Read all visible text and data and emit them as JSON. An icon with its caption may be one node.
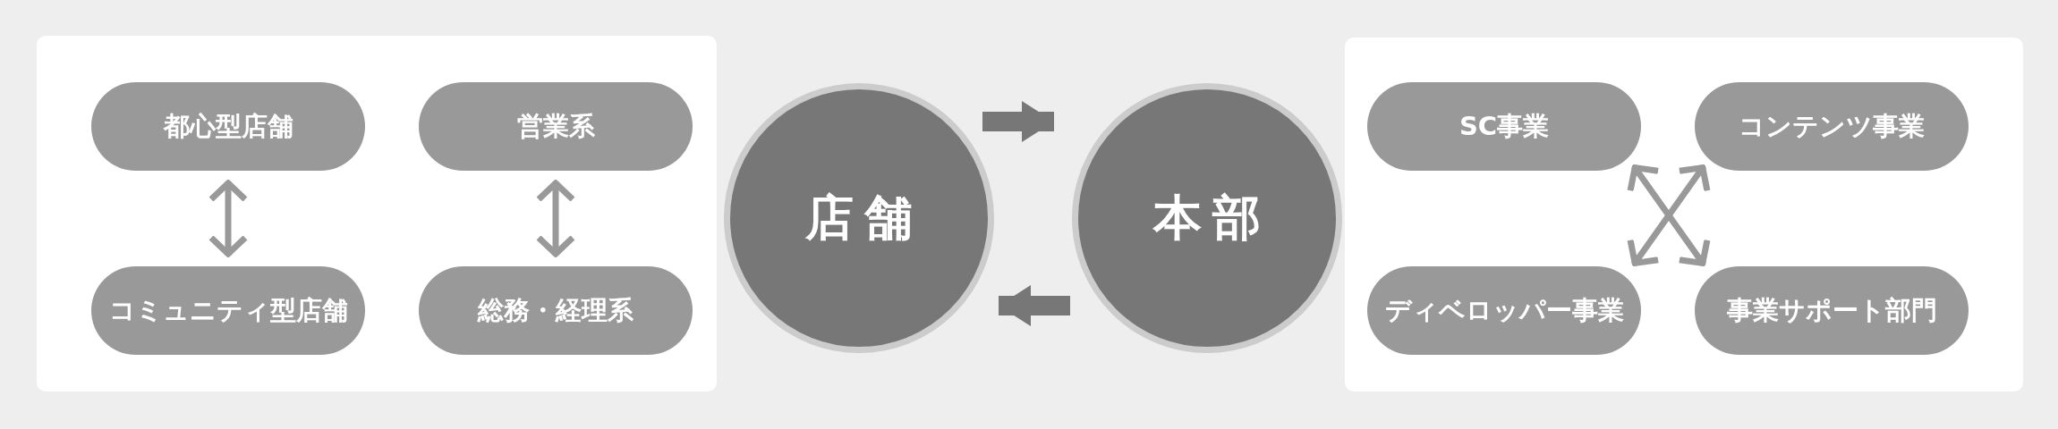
{
  "diagram": {
    "nodes": [
      {
        "text": [],
        "shape": "box"
      },
      {
        "text": [
          "都心型店舗"
        ],
        "in": 0
      },
      {
        "text": [
          "営業系"
        ],
        "in": 0
      },
      {
        "text": [
          "コミュニティ型店舗"
        ],
        "in": 0
      },
      {
        "text": [
          "総務・経理系"
        ],
        "in": 0
      },
      {
        "text": [
          "店舗"
        ]
      },
      {
        "text": [
          "本部"
        ]
      },
      {
        "text": [],
        "shape": "box"
      },
      {
        "text": [
          "SC事業"
        ],
        "in": 7
      },
      {
        "text": [
          "コンテンツ事業"
        ],
        "in": 7
      },
      {
        "text": [
          "ディベロッパー事業"
        ],
        "in": 7
      },
      {
        "text": [
          "事業サポート部門"
        ],
        "in": 7
      }
    ],
    "edges": [
      {
        "from": 1,
        "to": 3,
        "arrow": "both"
      },
      {
        "from": 2,
        "to": 4,
        "arrow": "both"
      },
      {
        "from": 5,
        "to": 6,
        "arrow": "to",
        "style": "thick",
        "color": "#777777"
      },
      {
        "from": 6,
        "to": 5,
        "arrow": "to",
        "style": "thick",
        "color": "#777777"
      },
      {
        "from": 8,
        "to": 11,
        "arrow": "both"
      },
      {
        "from": 9,
        "to": 10,
        "arrow": "both"
      }
    ]
  }
}
